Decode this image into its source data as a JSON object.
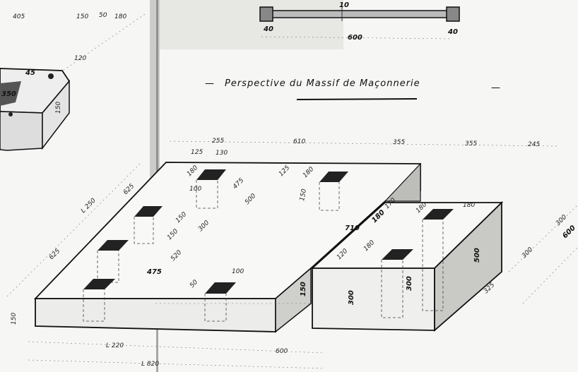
{
  "title": {
    "text": "Perspective du Massif de Maçonnerie",
    "prefix": "—",
    "suffix": "—"
  },
  "bolt": {
    "length": "600",
    "nut_left": "40",
    "nut_right": "40",
    "diameter": "10"
  },
  "top_left_dims": [
    "405",
    "150",
    "50",
    "180",
    "120"
  ],
  "small_block_dims": [
    "45",
    "350",
    "150"
  ],
  "top_dims": [
    "255",
    "125",
    "130",
    "610",
    "355",
    "355",
    "245"
  ],
  "slab_dims": {
    "left": [
      "625",
      "L 250",
      "625",
      "150"
    ],
    "holes": [
      "180",
      "100",
      "475",
      "500",
      "125",
      "180",
      "150",
      "150",
      "300",
      "150",
      "520",
      "100",
      "50",
      "475"
    ],
    "bottom": [
      "L 220",
      "L 820",
      "600"
    ]
  },
  "block_dims": [
    "170",
    "180",
    "180",
    "180",
    "180",
    "710",
    "120",
    "300",
    "300",
    "500",
    "325",
    "300",
    "300",
    "600",
    "150"
  ]
}
